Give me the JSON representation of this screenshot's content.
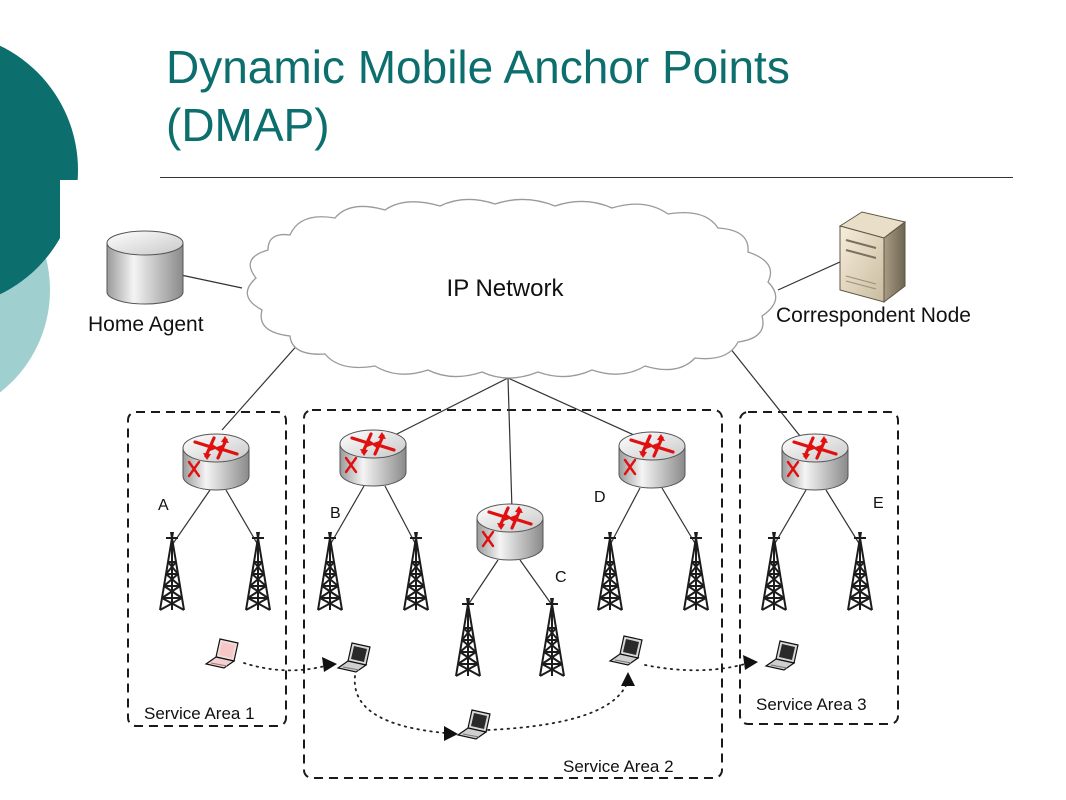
{
  "slide": {
    "title_line1": "Dynamic Mobile Anchor Points",
    "title_line2": "(DMAP)"
  },
  "colors": {
    "title": "#0d6e6e",
    "accent_dark": "#0d6e6e",
    "accent_light": "#9fcfcf",
    "router_arrows": "#e01010"
  },
  "diagram": {
    "network_label": "IP Network",
    "home_agent_label": "Home Agent",
    "correspondent_node_label": "Correspondent Node",
    "routers": [
      {
        "id": "A",
        "label": "A"
      },
      {
        "id": "B",
        "label": "B"
      },
      {
        "id": "C",
        "label": "C"
      },
      {
        "id": "D",
        "label": "D"
      },
      {
        "id": "E",
        "label": "E"
      }
    ],
    "service_areas": [
      {
        "id": "sa1",
        "label": "Service Area 1"
      },
      {
        "id": "sa2",
        "label": "Service Area 2"
      },
      {
        "id": "sa3",
        "label": "Service Area 3"
      }
    ],
    "icons": {
      "cloud": "cloud-icon",
      "home_agent": "cylinder-server-icon",
      "correspondent": "tower-server-icon",
      "router": "router-icon",
      "antenna": "cell-tower-icon",
      "mobile": "laptop-icon"
    }
  }
}
